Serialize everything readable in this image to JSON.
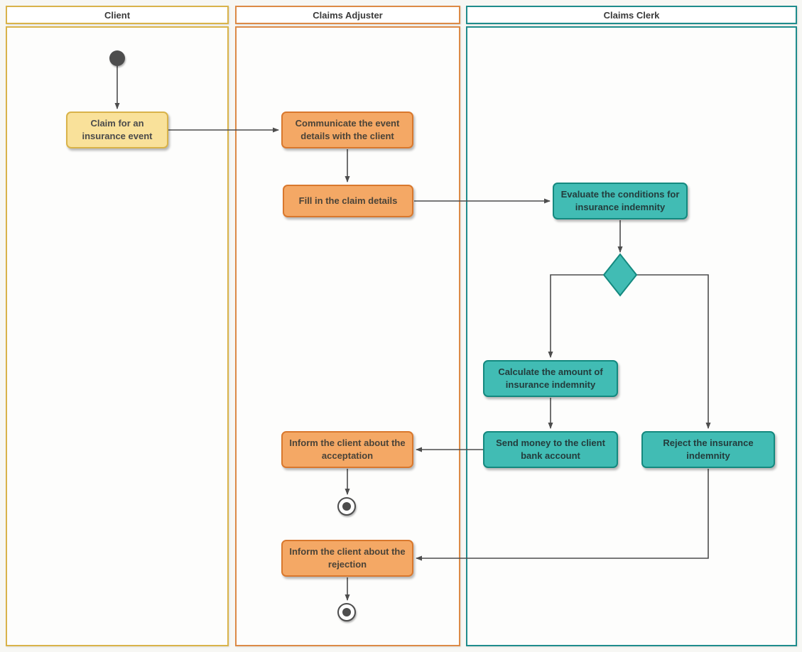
{
  "diagram": {
    "title_hint": "Insurance claim handling activity diagram",
    "lanes": [
      {
        "title": "Client",
        "color": "#d9b34a"
      },
      {
        "title": "Claims Adjuster",
        "color": "#dc8a46"
      },
      {
        "title": "Claims Clerk",
        "color": "#1e8c8c"
      }
    ],
    "nodes": {
      "claim_event": {
        "label": "Claim for an insurance event",
        "fill": "#f9e19a",
        "border": "#d9b34a"
      },
      "communicate_event": {
        "label": "Communicate the event details with the client",
        "fill": "#f4a865",
        "border": "#d9782d"
      },
      "fill_claim": {
        "label": "Fill in the claim details",
        "fill": "#f4a865",
        "border": "#d9782d"
      },
      "evaluate_conditions": {
        "label": "Evaluate the conditions for insurance indemnity",
        "fill": "#41bcb4",
        "border": "#14897f"
      },
      "calculate_amount": {
        "label": "Calculate the amount of insurance indemnity",
        "fill": "#41bcb4",
        "border": "#14897f"
      },
      "send_money": {
        "label": "Send money to the client bank account",
        "fill": "#41bcb4",
        "border": "#14897f"
      },
      "reject_indemnity": {
        "label": "Reject the insurance indemnity",
        "fill": "#41bcb4",
        "border": "#14897f"
      },
      "inform_acceptation": {
        "label": "Inform the client about the acceptation",
        "fill": "#f4a865",
        "border": "#d9782d"
      },
      "inform_rejection": {
        "label": "Inform the client about the rejection",
        "fill": "#f4a865",
        "border": "#d9782d"
      }
    },
    "special_nodes": {
      "start": "initial-node",
      "decision": "decision-diamond",
      "end_accept": "final-node",
      "end_reject": "final-node"
    },
    "edges": [
      {
        "from": "start",
        "to": "claim_event"
      },
      {
        "from": "claim_event",
        "to": "communicate_event"
      },
      {
        "from": "communicate_event",
        "to": "fill_claim"
      },
      {
        "from": "fill_claim",
        "to": "evaluate_conditions"
      },
      {
        "from": "evaluate_conditions",
        "to": "decision"
      },
      {
        "from": "decision",
        "to": "calculate_amount"
      },
      {
        "from": "decision",
        "to": "reject_indemnity"
      },
      {
        "from": "calculate_amount",
        "to": "send_money"
      },
      {
        "from": "send_money",
        "to": "inform_acceptation"
      },
      {
        "from": "inform_acceptation",
        "to": "end_accept"
      },
      {
        "from": "reject_indemnity",
        "to": "inform_rejection"
      },
      {
        "from": "inform_rejection",
        "to": "end_reject"
      }
    ],
    "arrow_color": "#4d4d4d"
  }
}
